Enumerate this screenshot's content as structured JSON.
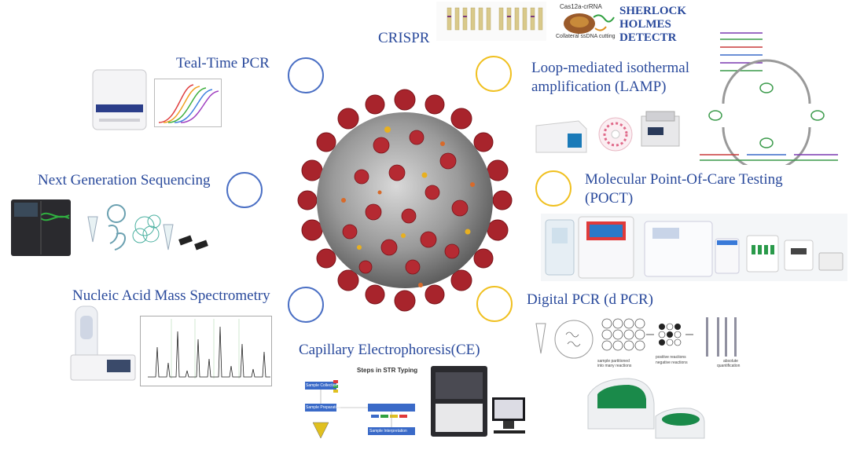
{
  "methods": {
    "real_time_pcr": "Teal-Time PCR",
    "crispr": "CRISPR",
    "lamp": "Loop-mediated isothermal amplification (LAMP)",
    "ngs": "Next Generation Sequencing",
    "poct": "Molecular Point-Of-Care Testing (POCT)",
    "mass_spec": "Nucleic Acid Mass Spectrometry",
    "dpcr": "Digital PCR (d PCR)",
    "ce": "Capillary Electrophoresis(CE)"
  },
  "lamp_lines": [
    "Loop-mediated isothermal",
    "amplification (LAMP)"
  ],
  "poct_lines": [
    "Molecular Point-Of-Care Testing",
    "(POCT)"
  ],
  "crispr_panel": {
    "cas_label": "Cas12a-crRNA",
    "collateral": "Collateral ssDNA cutting",
    "platforms": [
      "SHERLOCK",
      "HOLMES",
      "DETECTR"
    ]
  },
  "dpcr_panel": {
    "partition_label": [
      "sample partitioned",
      "into many reactions"
    ],
    "legend_pos": "positive reactions",
    "legend_neg": "negative reactions",
    "quant_label": [
      "absolute",
      "quantification"
    ]
  },
  "ce_panel": {
    "heading": "Steps in STR Typing",
    "steps": [
      "Sample Collection",
      "Sample Preparation",
      "Sample Interpretation"
    ]
  },
  "colors": {
    "title_blue": "#2a4a9c",
    "ring_blue": "#4a6fc4",
    "ring_gold": "#f0c020",
    "virus_red": "#a8242c"
  }
}
